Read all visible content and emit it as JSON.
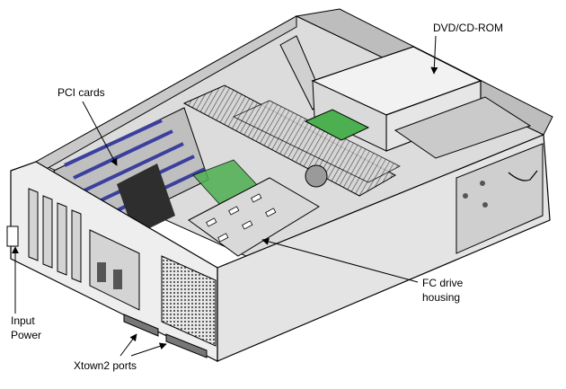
{
  "labels": {
    "dvd": "DVD/CD-ROM",
    "pci": "PCI cards",
    "fc_line1": "FC drive",
    "fc_line2": "housing",
    "input_line1": "Input",
    "input_line2": "Power",
    "xtown": "Xtown2 ports"
  },
  "colors": {
    "pci_bar": "#3b3f9e",
    "pcb_green": "#4caf50",
    "outline": "#000000"
  }
}
